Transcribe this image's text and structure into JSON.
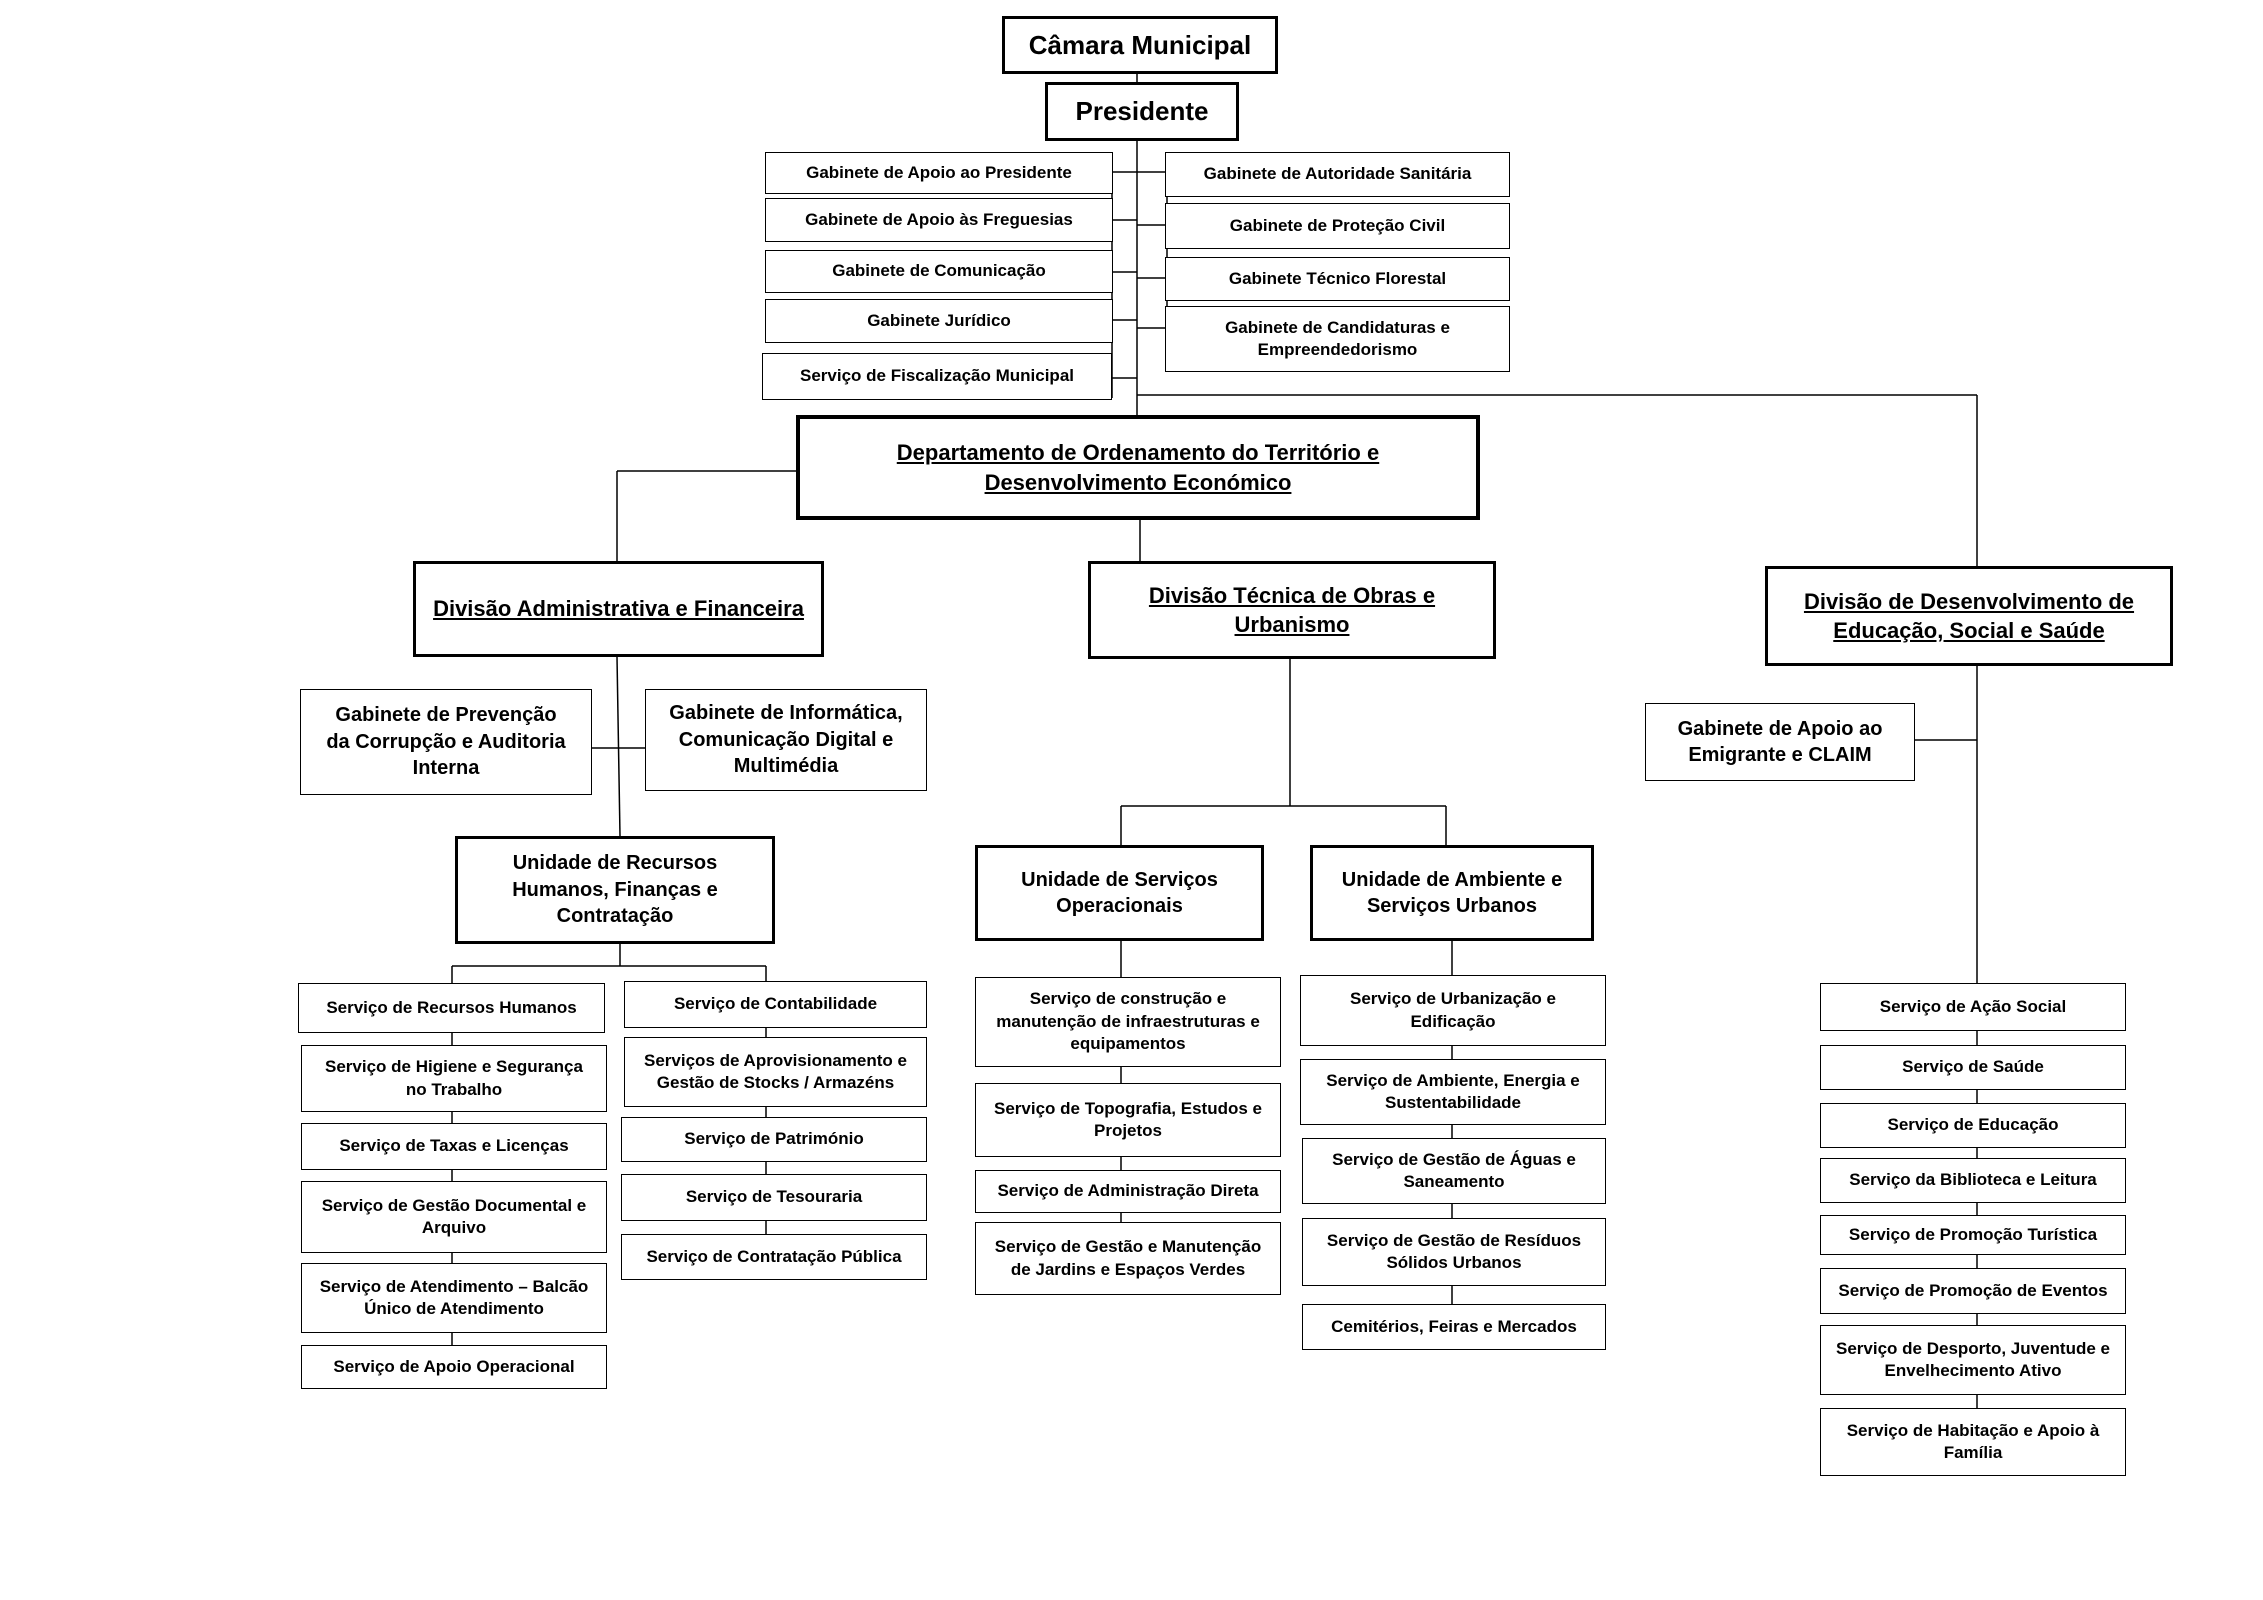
{
  "top": {
    "camara": "Câmara Municipal",
    "presidente": "Presidente"
  },
  "gabinetes": {
    "apoio_presidente": "Gabinete de Apoio ao Presidente",
    "apoio_freguesias": "Gabinete de Apoio às Freguesias",
    "comunicacao": "Gabinete de Comunicação",
    "juridico": "Gabinete Jurídico",
    "fiscalizacao": "Serviço de Fiscalização Municipal",
    "autoridade_sanitaria": "Gabinete de Autoridade Sanitária",
    "protecao_civil": "Gabinete de Proteção Civil",
    "tecnico_florestal": "Gabinete Técnico Florestal",
    "candidaturas": "Gabinete de Candidaturas e Empreendedorismo"
  },
  "departamento": "Departamento de Ordenamento do Território e Desenvolvimento Económico",
  "divisoes": {
    "administrativa": "Divisão Administrativa e Financeira",
    "obras": "Divisão Técnica de Obras e Urbanismo",
    "educacao": "Divisão de Desenvolvimento de Educação, Social e Saúde"
  },
  "administrativa": {
    "prevencao": "Gabinete de Prevenção da Corrupção e Auditoria Interna",
    "informatica": "Gabinete de Informática, Comunicação Digital e Multimédia",
    "unidade_rh": "Unidade de Recursos Humanos, Finanças e Contratação",
    "servicos_esq": [
      "Serviço de Recursos Humanos",
      "Serviço de Higiene e Segurança no Trabalho",
      "Serviço de Taxas e Licenças",
      "Serviço de Gestão Documental e Arquivo",
      "Serviço de Atendimento – Balcão Único de Atendimento",
      "Serviço de Apoio Operacional"
    ],
    "servicos_dir": [
      "Serviço de Contabilidade",
      "Serviços de Aprovisionamento e Gestão de Stocks / Armazéns",
      "Serviço de Património",
      "Serviço de Tesouraria",
      "Serviço de Contratação Pública"
    ]
  },
  "obras": {
    "unidade_operacionais": "Unidade de Serviços Operacionais",
    "unidade_ambiente": "Unidade de Ambiente e Serviços Urbanos",
    "servicos_operacionais": [
      "Serviço de construção e manutenção de infraestruturas e equipamentos",
      "Serviço de Topografia, Estudos e Projetos",
      "Serviço de Administração Direta",
      "Serviço de Gestão e Manutenção de Jardins e Espaços Verdes"
    ],
    "servicos_ambiente": [
      "Serviço de Urbanização e Edificação",
      "Serviço de Ambiente, Energia e Sustentabilidade",
      "Serviço de Gestão de Águas e Saneamento",
      "Serviço de Gestão de Resíduos Sólidos Urbanos",
      "Cemitérios, Feiras e Mercados"
    ]
  },
  "educacao": {
    "gabinete_emigrante": "Gabinete de Apoio ao Emigrante e CLAIM",
    "servicos": [
      "Serviço de Ação Social",
      "Serviço de Saúde",
      "Serviço de Educação",
      "Serviço da Biblioteca e Leitura",
      "Serviço de Promoção Turística",
      "Serviço de Promoção de Eventos",
      "Serviço de Desporto, Juventude e Envelhecimento Ativo",
      "Serviço de Habitação e Apoio à Família"
    ]
  }
}
